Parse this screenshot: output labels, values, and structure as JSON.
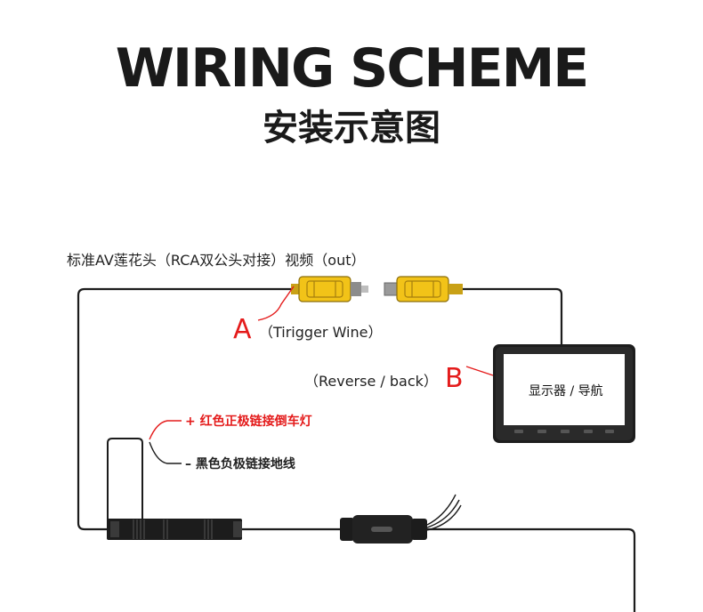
{
  "header": {
    "title": "WIRING SCHEME",
    "subtitle": "安装示意图"
  },
  "labels": {
    "rca_connector": "标准AV莲花头（RCA双公头对接）视频（out）",
    "letter_a": "A",
    "trigger_wire": "（Tirigger Wine）",
    "letter_b": "B",
    "reverse_back": "（Reverse / back）",
    "positive_wire": "+ 红色正极链接倒车灯",
    "negative_wire": "– 黑色负极链接地线",
    "monitor_screen": "显示器 / 导航"
  },
  "colors": {
    "accent_red": "#e41b1b",
    "rca_yellow": "#f2c318",
    "cable_black": "#1c1c1c",
    "monitor_screen": "#ffffff"
  }
}
